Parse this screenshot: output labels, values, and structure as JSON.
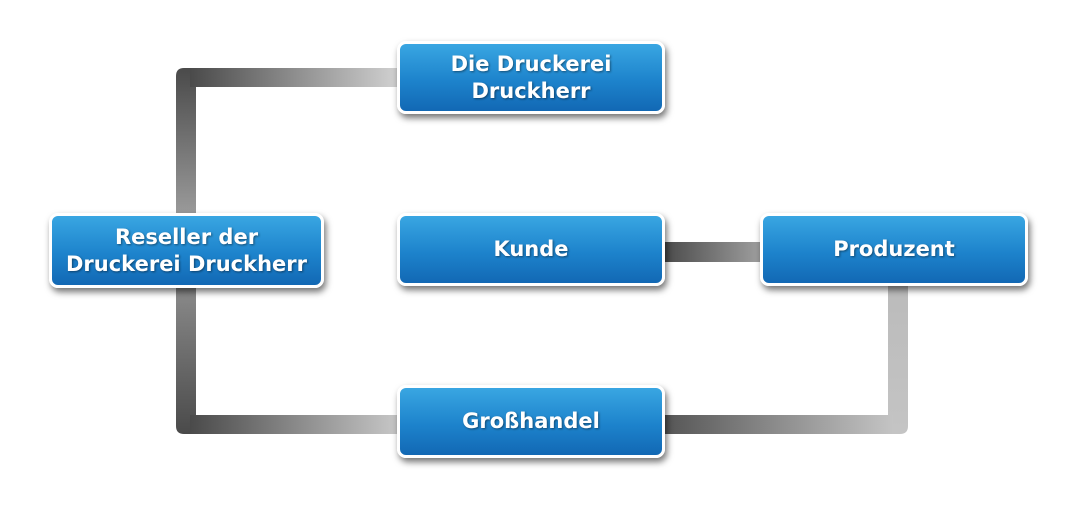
{
  "diagram": {
    "nodes": {
      "druckerei": {
        "label_line1": "Die Druckerei",
        "label_line2": "Druckherr"
      },
      "reseller": {
        "label_line1": "Reseller der",
        "label_line2": "Druckerei Druckherr"
      },
      "kunde": {
        "label": "Kunde"
      },
      "produzent": {
        "label": "Produzent"
      },
      "grosshandel": {
        "label": "Großhandel"
      }
    },
    "connections": [
      {
        "from": "reseller",
        "to": "druckerei"
      },
      {
        "from": "reseller",
        "to": "grosshandel"
      },
      {
        "from": "kunde",
        "to": "produzent"
      },
      {
        "from": "produzent",
        "to": "grosshandel"
      }
    ],
    "colors": {
      "box_top": "#39a6e2",
      "box_mid": "#1d83cc",
      "box_bottom": "#1268b4",
      "box_border": "#ffffff",
      "connector_dark": "#4a4a4a",
      "connector_light": "#d2d2d2"
    }
  }
}
